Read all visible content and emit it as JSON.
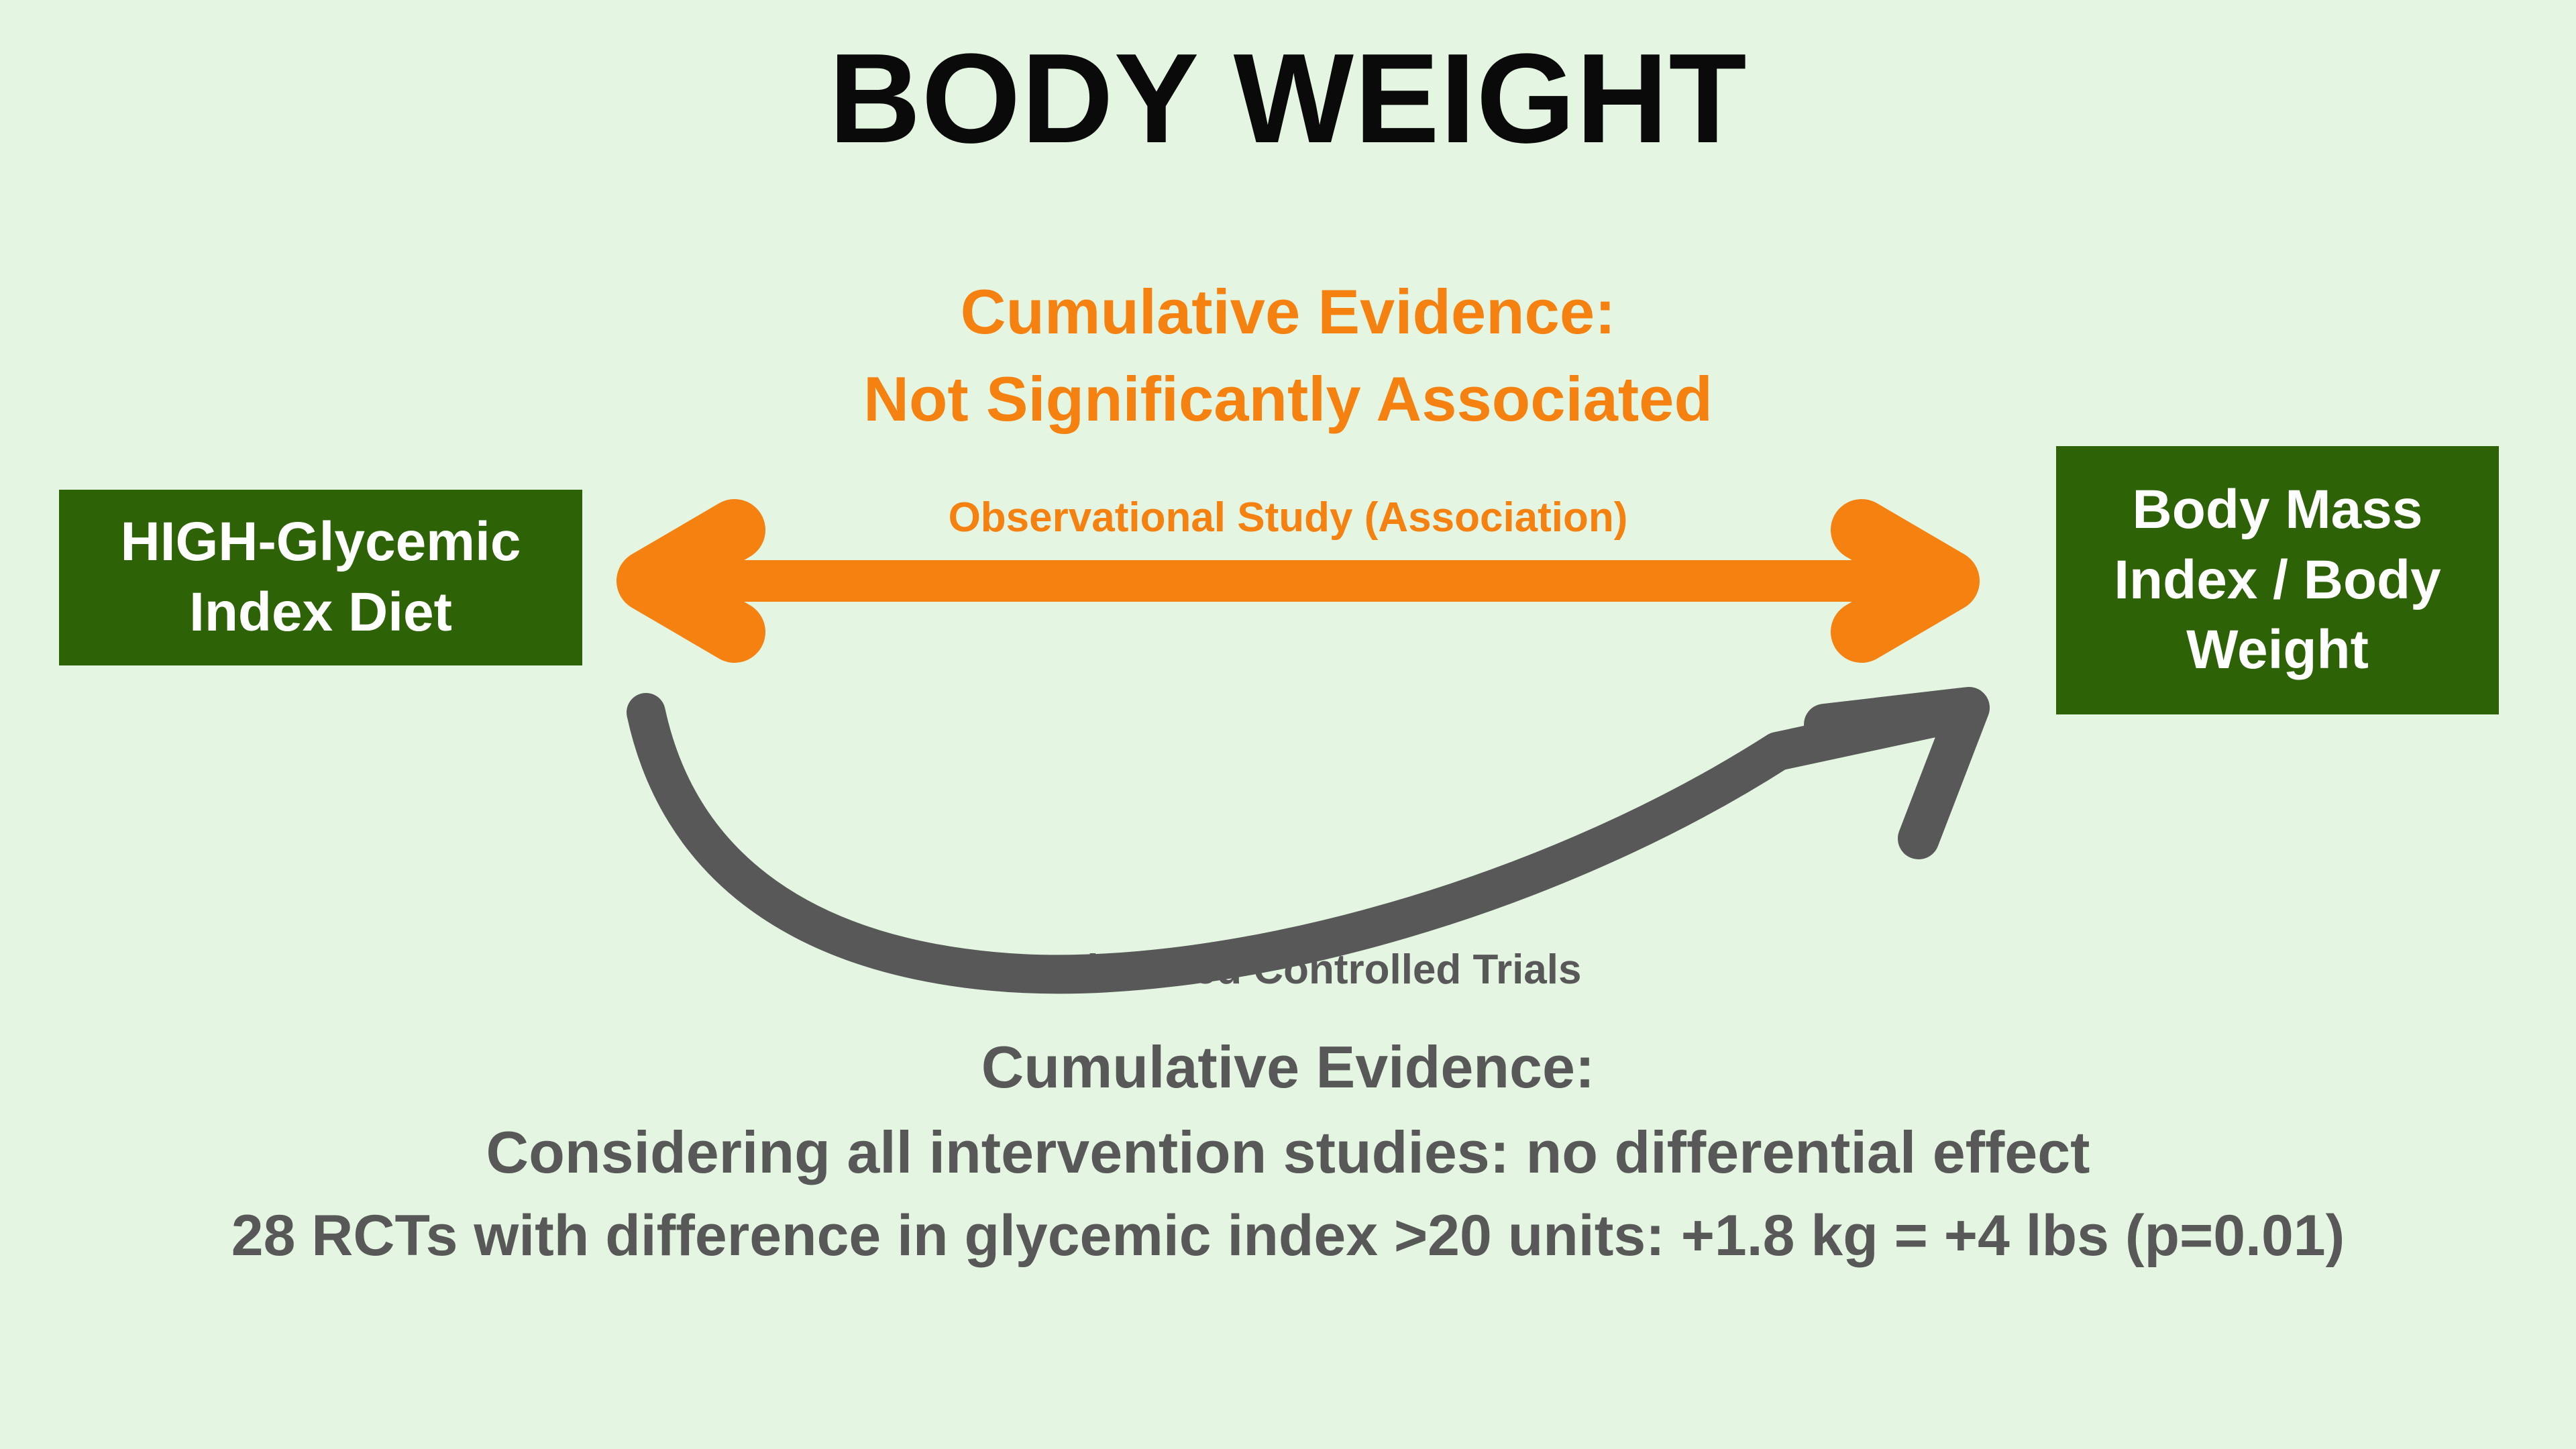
{
  "background_color": "#e4f6e2",
  "colors": {
    "title": "#0a0a0a",
    "orange": "#f58110",
    "gray": "#585858",
    "box_green": "#2e6206",
    "box_text": "#ffffff"
  },
  "title": "BODY WEIGHT",
  "observational": {
    "heading_line1": "Cumulative Evidence:",
    "heading_line2": "Not Significantly Associated",
    "arrow_label": "Observational Study (Association)",
    "arrow_type": "double-headed-straight-arrow",
    "arrow_color": "#f58110"
  },
  "boxes": {
    "left": {
      "line1": "HIGH-Glycemic",
      "line2": "Index Diet"
    },
    "right": {
      "line1": "Body Mass",
      "line2": "Index / Body",
      "line3": "Weight"
    }
  },
  "rct": {
    "arrow_label": "Randomized Controlled Trials",
    "arrow_type": "curved-arrow-left-to-right",
    "arrow_color": "#585858",
    "heading": "Cumulative Evidence:",
    "detail_line1": "Considering all intervention studies: no differential effect",
    "detail_line2": "28 RCTs with difference in glycemic index >20 units: +1.8 kg = +4 lbs (p=0.01)"
  },
  "chart_data": {
    "type": "diagram",
    "title": "BODY WEIGHT",
    "nodes": [
      {
        "id": "exposure",
        "label": "HIGH-Glycemic Index Diet"
      },
      {
        "id": "outcome",
        "label": "Body Mass Index / Body Weight"
      }
    ],
    "edges": [
      {
        "from": "exposure",
        "to": "outcome",
        "direction": "bidirectional",
        "color": "#f58110",
        "label": "Observational Study (Association)",
        "conclusion": "Cumulative Evidence: Not Significantly Associated"
      },
      {
        "from": "exposure",
        "to": "outcome",
        "direction": "unidirectional",
        "color": "#585858",
        "label": "Randomized Controlled Trials",
        "conclusion": "Cumulative Evidence: Considering all intervention studies: no differential effect",
        "effect_size_kg": 1.8,
        "effect_size_lbs": 4,
        "n_trials": 28,
        "gi_difference_units": ">20",
        "p_value": 0.01
      }
    ]
  }
}
